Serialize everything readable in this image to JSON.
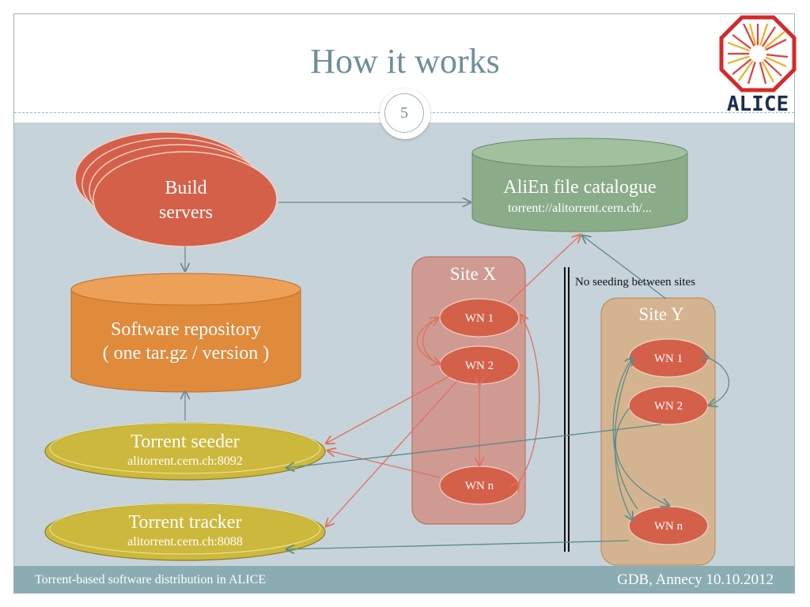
{
  "slide": {
    "title": "How it works",
    "page_number": "5",
    "logo_text": "ALICE"
  },
  "footer": {
    "left": "Torrent-based software distribution in ALICE",
    "right": "GDB, Annecy 10.10.2012"
  },
  "diagram": {
    "build_servers": {
      "line1": "Build",
      "line2": "servers"
    },
    "alien_catalogue": {
      "title": "AliEn file catalogue",
      "subtitle": "torrent://alitorrent.cern.ch/..."
    },
    "software_repository": {
      "line1": "Software repository",
      "line2": "( one tar.gz / version )"
    },
    "torrent_seeder": {
      "title": "Torrent seeder",
      "subtitle": "alitorrent.cern.ch:8092"
    },
    "torrent_tracker": {
      "title": "Torrent tracker",
      "subtitle": "alitorrent.cern.ch:8088"
    },
    "site_x": {
      "label": "Site X",
      "wn1": "WN 1",
      "wn2": "WN 2",
      "wnn": "WN n"
    },
    "site_y": {
      "label": "Site Y",
      "wn1": "WN 1",
      "wn2": "WN 2",
      "wnn": "WN n"
    },
    "separator_note": "No seeding between sites"
  },
  "colors": {
    "build": "#d4604a",
    "catalogue": "#8aac88",
    "repository": "#e08a3c",
    "torrent": "#ccb83c",
    "site_x_bg": "#cf9a92",
    "site_y_bg": "#d4b490",
    "node": "#d4604a",
    "arrow_red": "#e07060",
    "arrow_teal": "#5a8c8a",
    "arrow_gray": "#6f8792"
  }
}
